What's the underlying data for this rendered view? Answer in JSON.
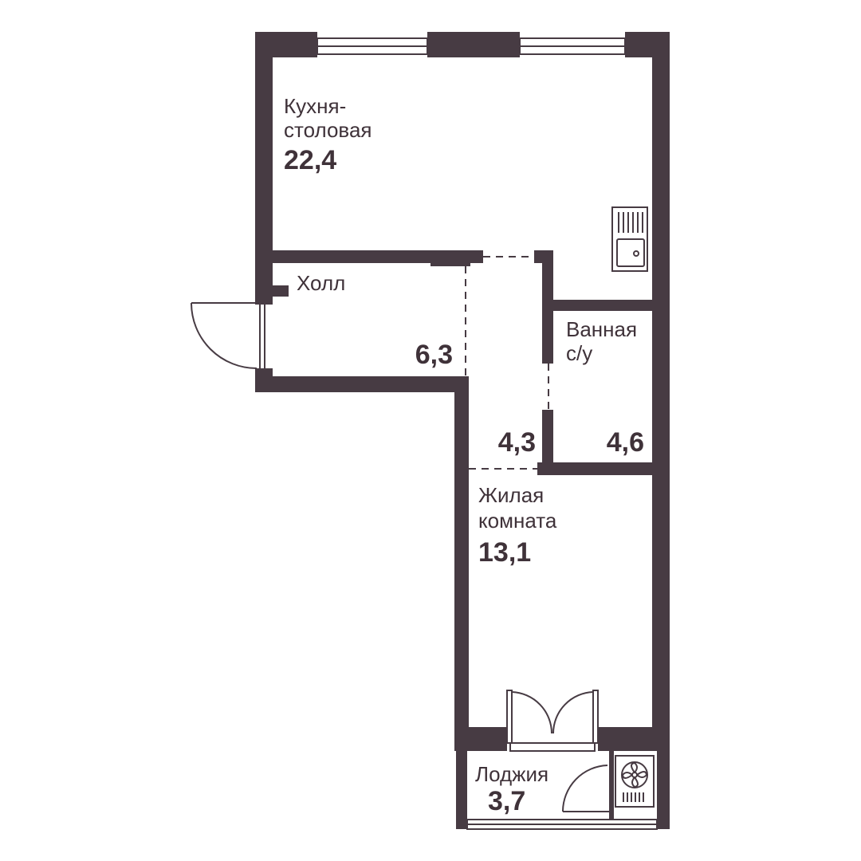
{
  "colors": {
    "wall": "#473b43",
    "text": "#3f3239",
    "background": "#ffffff"
  },
  "rooms": {
    "kitchen": {
      "name_line1": "Кухня-",
      "name_line2": "столовая",
      "area": "22,4"
    },
    "hall": {
      "name": "Холл",
      "area": "6,3"
    },
    "corridor": {
      "area": "4,3"
    },
    "bathroom": {
      "name_line1": "Ванная",
      "name_line2": "с/у",
      "area": "4,6"
    },
    "living": {
      "name_line1": "Жилая",
      "name_line2": "комната",
      "area": "13,1"
    },
    "loggia": {
      "name": "Лоджия",
      "area": "3,7"
    }
  },
  "icons": [
    "sink-icon",
    "air-conditioner-icon",
    "entrance-door-icon",
    "balcony-door-icon",
    "loggia-door-icon"
  ]
}
